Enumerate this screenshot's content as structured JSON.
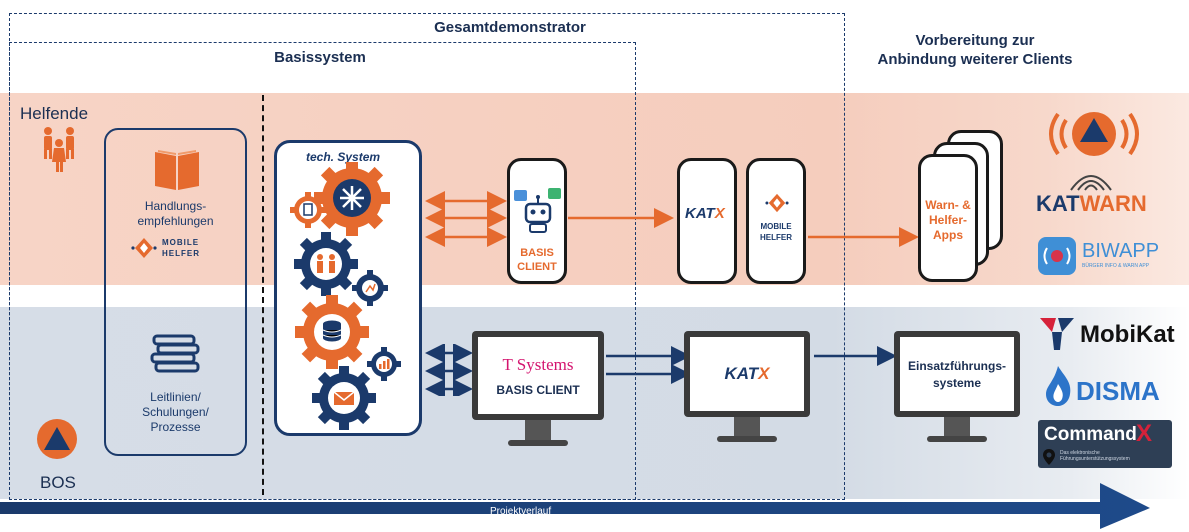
{
  "titles": {
    "gesamt": "Gesamtdemonstrator",
    "basis": "Basissystem",
    "vorbereitung_line1": "Vorbereitung zur",
    "vorbereitung_line2": "Anbindung weiterer Clients"
  },
  "rows": {
    "helfende": "Helfende",
    "bos": "BOS"
  },
  "left_panel": {
    "handlungs_line1": "Handlungs-",
    "handlungs_line2": "empfehlungen",
    "mobile_helfer_1": "MOBILE",
    "mobile_helfer_2": "HELFER",
    "leitlinien_1": "Leitlinien/",
    "leitlinien_2": "Schulungen/",
    "leitlinien_3": "Prozesse"
  },
  "tech_system": {
    "title": "tech. System"
  },
  "basis_client_phone": {
    "line1": "BASIS",
    "line2": "CLIENT"
  },
  "katx_phone": {
    "logo_text_1": "KAT",
    "logo_text_2": "X"
  },
  "mobile_helfer_phone": {
    "line1": "MOBILE",
    "line2": "HELFER"
  },
  "warn_apps": {
    "line1": "Warn- &",
    "line2": "Helfer-",
    "line3": "Apps"
  },
  "tsystems_monitor": {
    "logo": "T Systems",
    "label": "BASIS CLIENT"
  },
  "katx_monitor": {
    "logo_text_1": "KAT",
    "logo_text_2": "X"
  },
  "einsatz_monitor": {
    "line1": "Einsatzführungs-",
    "line2": "systeme"
  },
  "right_logos": {
    "katwarn_1": "KAT",
    "katwarn_2": "WARN",
    "biwapp": "BIWAPP",
    "biwapp_sub": "BÜRGER INFO & WARN APP",
    "mobikat": "MobiKat",
    "disma": "DISMA",
    "commandx": "Command",
    "commandx_x": "X",
    "commandx_sub": "Das elektronische Führungsunterstützungssystem"
  },
  "timeline": {
    "label": "Projektverlauf"
  },
  "colors": {
    "navy": "#1b3a6b",
    "orange": "#e56a2e"
  }
}
